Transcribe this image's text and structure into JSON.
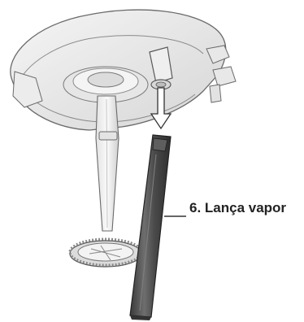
{
  "callout": {
    "label": "6. Lança vapor"
  },
  "parts": {
    "component_outline": "component-outline",
    "insertion_arrow": "down-arrow-icon",
    "steam_wand": "steam-wand",
    "milk_frother_whisk": "frother-whisk",
    "central_shaft": "central-shaft"
  },
  "colors": {
    "line": "#555555",
    "body_light": "#eeeeee",
    "body_mid": "#d8d8d8",
    "wand_dark": "#4a4a4a",
    "wand_highlight": "#777777",
    "label_text": "#222222"
  }
}
